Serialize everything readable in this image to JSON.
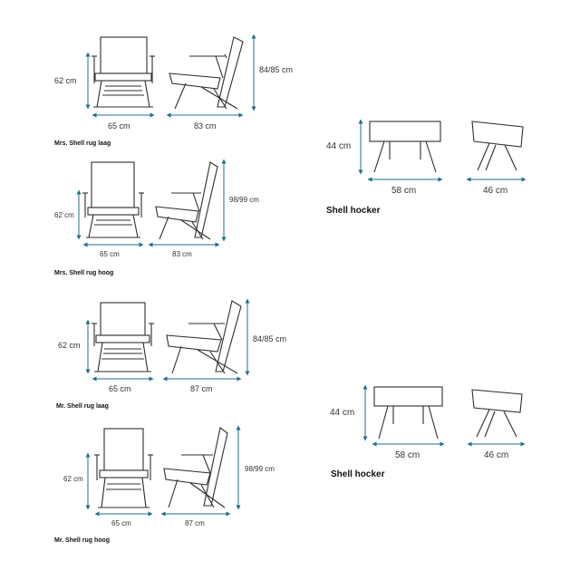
{
  "groups": [
    {
      "id": "mrs-laag",
      "title": "Mrs. Shell rug laag",
      "width": "65 cm",
      "seat_height": "62 cm",
      "depth": "83 cm",
      "height": "84/85 cm"
    },
    {
      "id": "mrs-hoog",
      "title": "Mrs. Shell rug hoog",
      "width": "65 cm",
      "seat_height": "62 cm",
      "depth": "83 cm",
      "height": "98/99 cm"
    },
    {
      "id": "mr-laag",
      "title": "Mr. Shell rug laag",
      "width": "65 cm",
      "seat_height": "62 cm",
      "depth": "87 cm",
      "height": "84/85 cm"
    },
    {
      "id": "mr-hoog",
      "title": "Mr. Shell rug hoog",
      "width": "65 cm",
      "seat_height": "62 cm",
      "depth": "87 cm",
      "height": "98/99 cm"
    }
  ],
  "hockers": [
    {
      "id": "hocker-1",
      "title": "Shell hocker",
      "height": "44 cm",
      "width": "58 cm",
      "depth": "46 cm"
    },
    {
      "id": "hocker-2",
      "title": "Shell hocker",
      "height": "44 cm",
      "width": "58 cm",
      "depth": "46 cm"
    }
  ],
  "colors": {
    "dimension": "#1f6f8b",
    "line": "#2f2f2f"
  }
}
